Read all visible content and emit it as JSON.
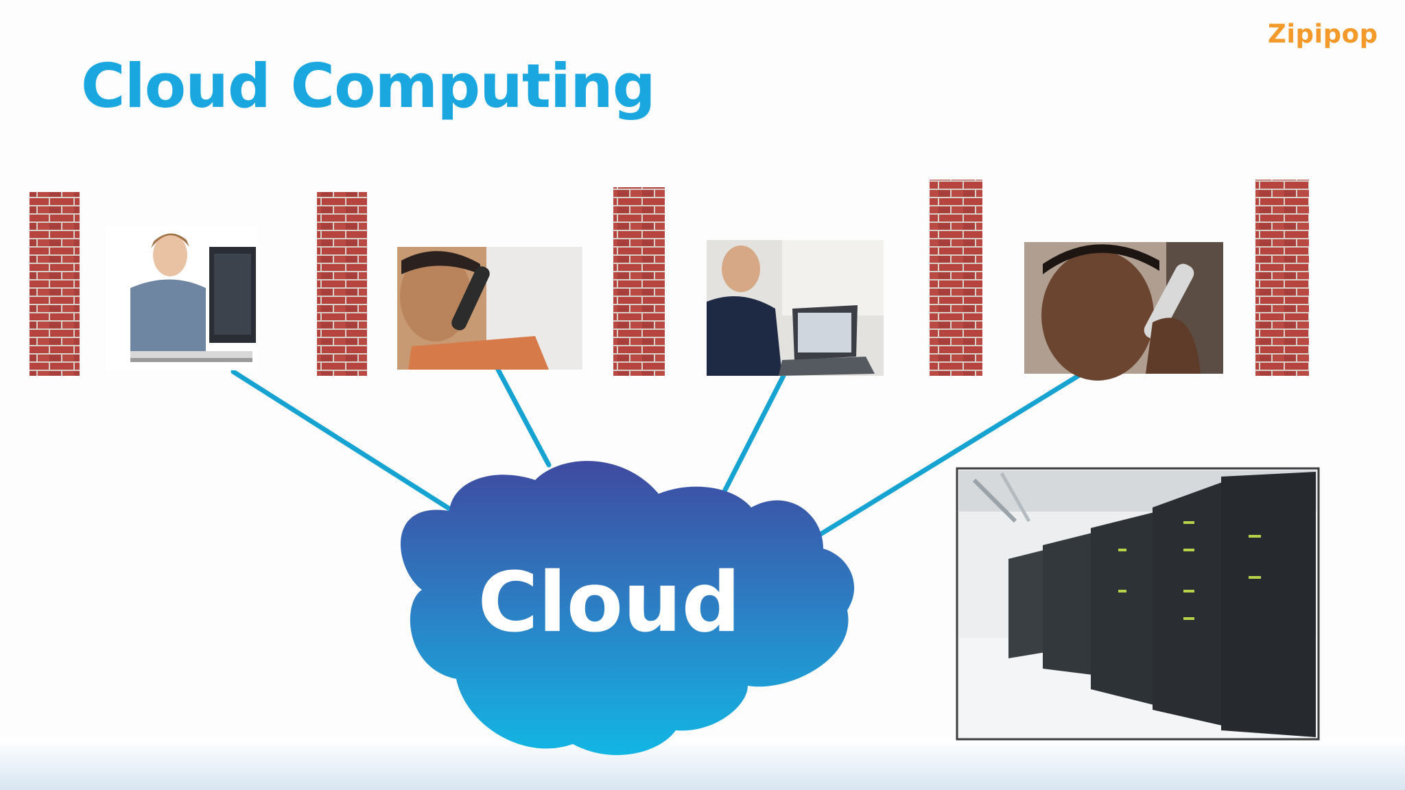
{
  "slide": {
    "title": "Cloud Computing",
    "logo_text": "Zipipop"
  },
  "diagram": {
    "cloud_label": "Cloud",
    "users": [
      {
        "id": "woman-at-desktop",
        "description_icon": "user-desktop-photo"
      },
      {
        "id": "man-on-phone",
        "description_icon": "user-phone-photo"
      },
      {
        "id": "man-at-laptop",
        "description_icon": "user-laptop-photo"
      },
      {
        "id": "man-on-mobile",
        "description_icon": "user-mobile-photo"
      }
    ],
    "firewalls": 5,
    "server_room": {
      "icon": "server-rack-photo"
    }
  },
  "colors": {
    "title": "#1aa7df",
    "logo": "#f39a2b",
    "connector": "#16a3d2",
    "cloud_top": "#3f4aa0",
    "cloud_bottom": "#12b6e4",
    "brick": "#b5443e",
    "mortar": "#d9cfcb"
  }
}
